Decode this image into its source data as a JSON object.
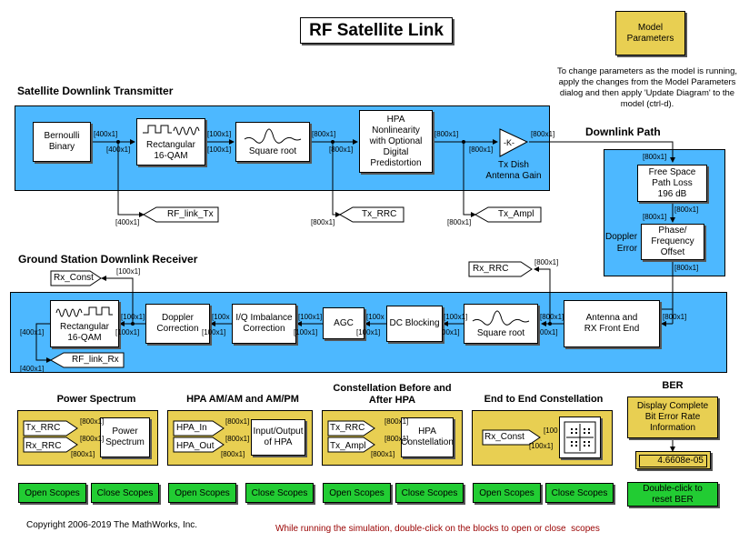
{
  "title": "RF Satellite Link",
  "model_params": {
    "label": "Model\nParameters"
  },
  "params_note": "To change parameters as the model is running, apply the changes from the Model Parameters dialog and then apply 'Update Diagram' to the model (ctrl-d).",
  "tx": {
    "header": "Satellite Downlink Transmitter",
    "bernoulli": "Bernoulli\nBinary",
    "qam_mod": "Rectangular\n16-QAM",
    "sqrt": "Square root",
    "hpa": "HPA\nNonlinearity\nwith Optional\nDigital\nPredistortion",
    "gain_symbol": "-K-",
    "gain_label": "Tx Dish\nAntenna Gain",
    "goto_tx": "RF_link_Tx",
    "goto_rrc": "Tx_RRC",
    "goto_ampl": "Tx_Ampl"
  },
  "downlink": {
    "header": "Downlink Path",
    "fspl": "Free Space\nPath Loss\n196 dB",
    "phase": "Phase/\nFrequency\nOffset",
    "doppler_label": "Doppler\nError"
  },
  "rx": {
    "header": "Ground Station Downlink Receiver",
    "qam_demod": "Rectangular\n16-QAM",
    "doppler": "Doppler\nCorrection",
    "iq": "I/Q Imbalance\nCorrection",
    "agc": "AGC",
    "dc": "DC Blocking",
    "sqrt": "Square root",
    "antenna": "Antenna and\nRX Front End",
    "goto_const": "Rx_Const",
    "goto_rrc": "Rx_RRC",
    "goto_rx": "RF_link_Rx"
  },
  "dims": {
    "d400": "[400x1]",
    "d100": "[100x1]",
    "d800": "[800x1]",
    "d00": "00x1]",
    "d100p": "[100",
    "d100t": "[100x"
  },
  "scopes": {
    "power": {
      "header": "Power Spectrum",
      "in1": "Tx_RRC",
      "in2": "Rx_RRC",
      "block": "Power\nSpectrum"
    },
    "hpa": {
      "header": "HPA AM/AM and AM/PM",
      "in1": "HPA_In",
      "in2": "HPA_Out",
      "block": "Input/Output\nof HPA"
    },
    "const_hpa": {
      "header": "Constellation Before and\nAfter HPA",
      "in1": "Tx_RRC",
      "in2": "Tx_Ampl",
      "block": "HPA\nConstellation"
    },
    "e2e": {
      "header": "End to End Constellation",
      "in1": "Rx_Const"
    }
  },
  "ber": {
    "header": "BER",
    "display_block": "Display Complete\nBit Error Rate\nInformation",
    "value": "4.6608e-05",
    "reset": "Double-click to\nreset BER"
  },
  "buttons": {
    "open": "Open Scopes",
    "close": "Close Scopes"
  },
  "copyright": "Copyright 2006-2019 The MathWorks, Inc.",
  "hint": "While running the simulation, double-click on the blocks to open or close  scopes",
  "colors": {
    "panel_blue": "#4db8ff",
    "panel_yellow": "#e8cf52",
    "button_green": "#22cc33",
    "hint_red": "#990000"
  }
}
